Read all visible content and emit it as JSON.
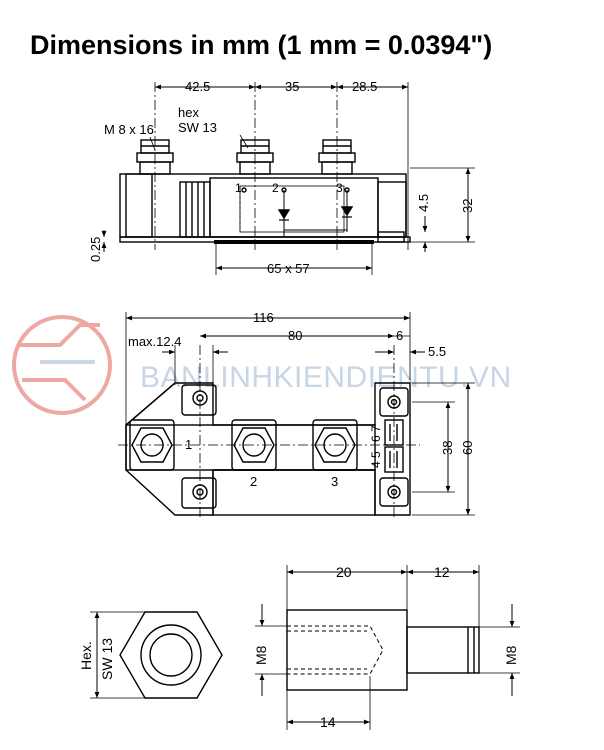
{
  "title": "Dimensions in mm (1 mm = 0.0394\")",
  "watermark": "BANLINHKIENDIENTU.VN",
  "side_view": {
    "dims": [
      "42.5",
      "35",
      "28.5"
    ],
    "bolt_label": "M 8 x 16",
    "hex_label_1": "hex",
    "hex_label_2": "SW 13",
    "terminal_1": "1",
    "terminal_2": "2",
    "terminal_3": "3",
    "height_4_5": "4.5",
    "height_32": "32",
    "gap_0_25": "0.25",
    "base_dim": "65 x 57"
  },
  "top_view": {
    "width_116": "116",
    "max_label": "max.12.4",
    "width_80": "80",
    "width_6": "6",
    "width_5_5": "5.5",
    "label_1": "1",
    "label_2": "2",
    "label_3": "3",
    "pins_67": "6 7",
    "pins_45": "4 5",
    "height_38": "38",
    "height_60": "60"
  },
  "nut_view": {
    "hex_label_1": "Hex.",
    "hex_label_2": "SW 13"
  },
  "stud_view": {
    "len_20": "20",
    "len_12": "12",
    "len_14": "14",
    "thread_left": "M8",
    "thread_right": "M8"
  },
  "colors": {
    "line": "#000000",
    "watermark": "#b9cde0",
    "logo": "#e0625a"
  }
}
